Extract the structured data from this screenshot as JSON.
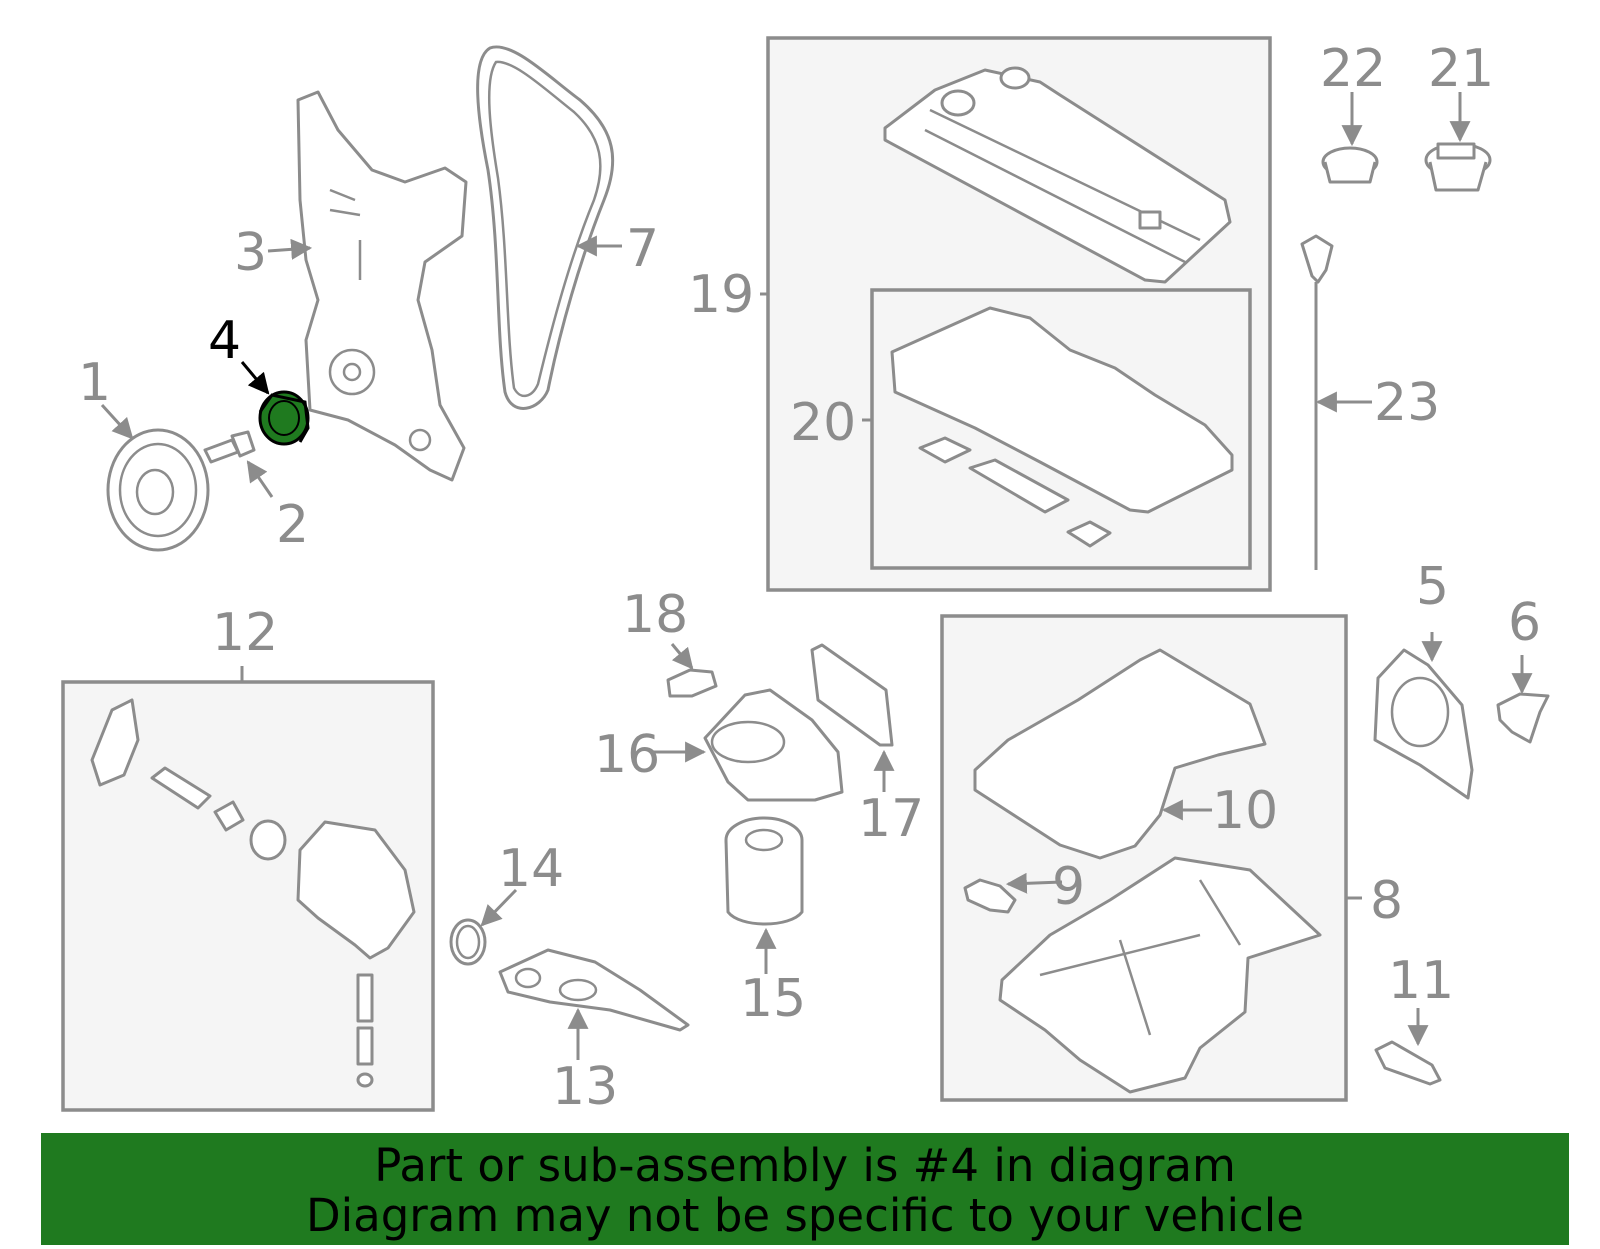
{
  "callouts": {
    "c1": "1",
    "c2": "2",
    "c3": "3",
    "c4": "4",
    "c5": "5",
    "c6": "6",
    "c7": "7",
    "c8": "8",
    "c9": "9",
    "c10": "10",
    "c11": "11",
    "c12": "12",
    "c13": "13",
    "c14": "14",
    "c15": "15",
    "c16": "16",
    "c17": "17",
    "c18": "18",
    "c19": "19",
    "c20": "20",
    "c21": "21",
    "c22": "22",
    "c23": "23"
  },
  "highlight": {
    "part": "4",
    "color": "#1f7a1f"
  },
  "colors": {
    "line": "#8c8c8c",
    "box_fill": "#f5f5f5",
    "banner": "#1f7a1f"
  },
  "footer": {
    "line1": "Part or sub-assembly is #4 in diagram",
    "line2": "Diagram may not be specific to your vehicle"
  }
}
